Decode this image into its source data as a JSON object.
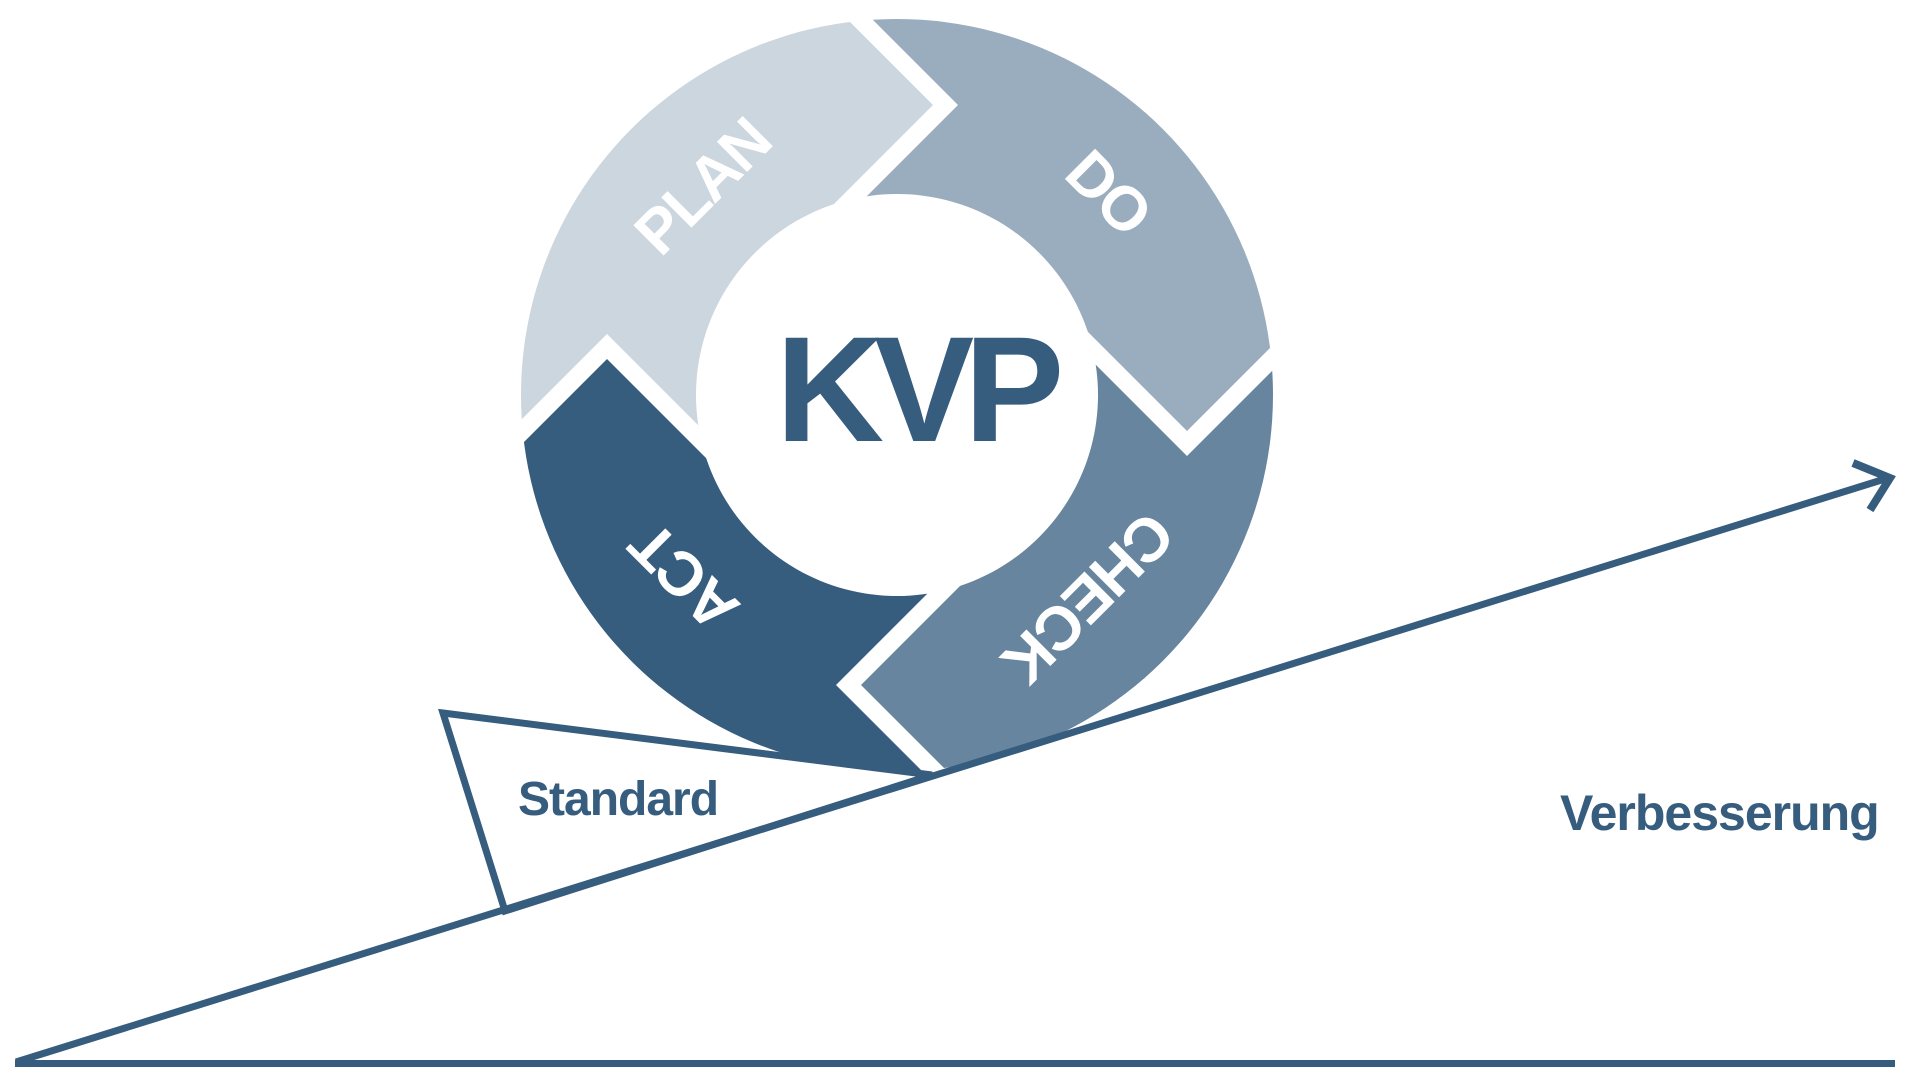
{
  "diagram": {
    "title": "KVP",
    "cycle": {
      "segments": [
        {
          "label": "PLAN",
          "color": "#CBD6DF"
        },
        {
          "label": "DO",
          "color": "#9AADBE"
        },
        {
          "label": "CHECK",
          "color": "#67859E"
        },
        {
          "label": "ACT",
          "color": "#365C7E"
        }
      ]
    },
    "wedge_label": "Standard",
    "ramp_label": "Verbesserung",
    "colors": {
      "primary": "#365C7E",
      "background": "#FFFFFF",
      "segment_text": "#FFFFFF"
    }
  }
}
